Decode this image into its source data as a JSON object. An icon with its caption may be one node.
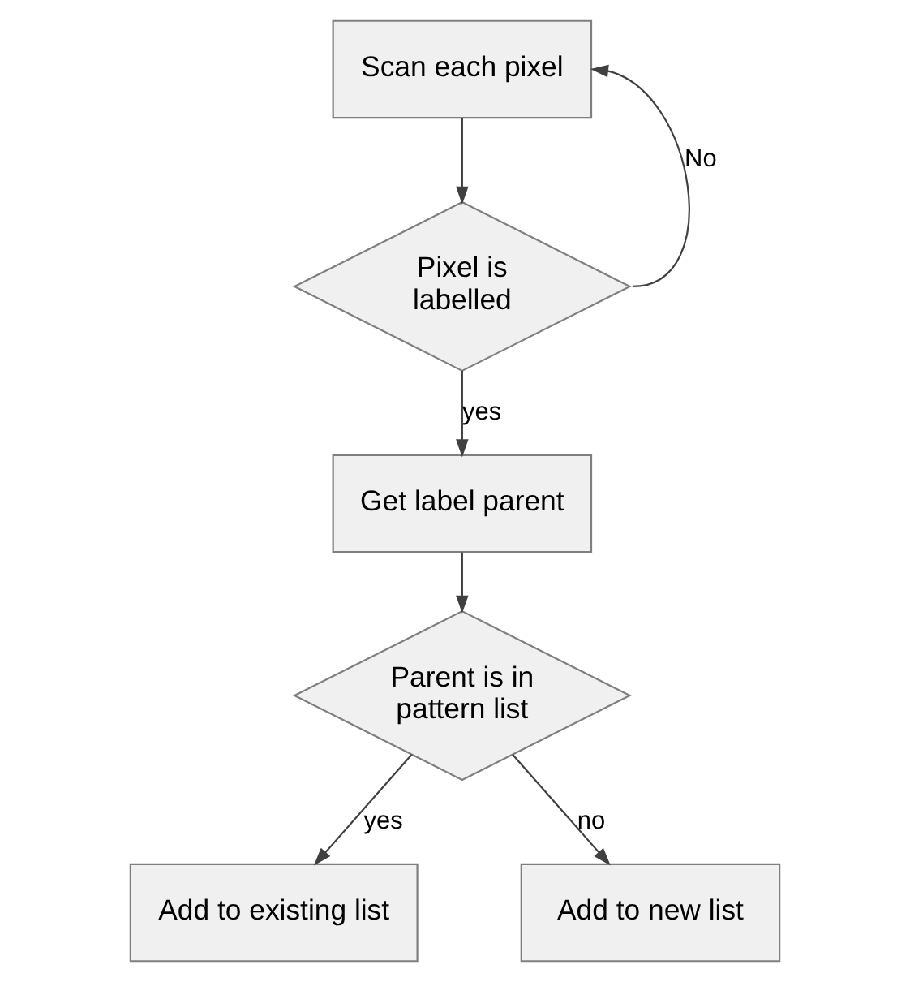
{
  "diagram": {
    "nodes": [
      {
        "text": [
          "Scan each pixel"
        ]
      },
      {
        "text": [
          "Pixel is labelled"
        ]
      },
      {
        "text": [
          "Get label parent"
        ]
      },
      {
        "text": [
          "Parent is in pattern list"
        ]
      },
      {
        "text": [
          "Add to existing list"
        ]
      },
      {
        "text": [
          "Add to new list"
        ]
      }
    ],
    "edges": [
      {
        "from": 0,
        "to": 1,
        "arrow": "to"
      },
      {
        "from": 1,
        "to": 0,
        "arrow": "to",
        "label": "No"
      },
      {
        "from": 1,
        "to": 2,
        "arrow": "to",
        "label": "yes"
      },
      {
        "from": 2,
        "to": 3,
        "arrow": "to"
      },
      {
        "from": 3,
        "to": 4,
        "arrow": "to",
        "label": "yes"
      },
      {
        "from": 3,
        "to": 5,
        "arrow": "to",
        "label": "no"
      }
    ]
  }
}
